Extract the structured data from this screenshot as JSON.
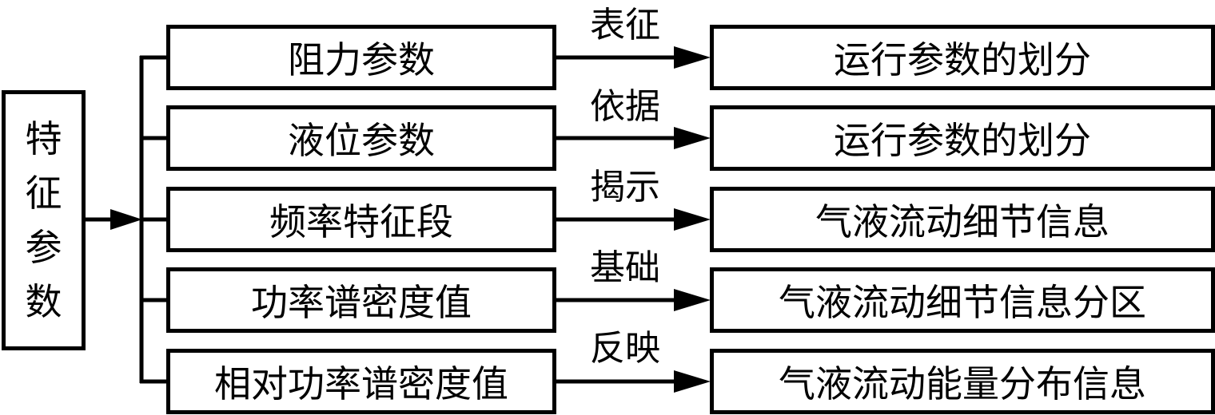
{
  "root": {
    "label": "特征参数",
    "chars": [
      "特",
      "征",
      "参",
      "数"
    ]
  },
  "rows": [
    {
      "source": "阻力参数",
      "relation": "表征",
      "target": "运行参数的划分"
    },
    {
      "source": "液位参数",
      "relation": "依据",
      "target": "运行参数的划分"
    },
    {
      "source": "频率特征段",
      "relation": "揭示",
      "target": "气液流动细节信息"
    },
    {
      "source": "功率谱密度值",
      "relation": "基础",
      "target": "气液流动细节信息分区"
    },
    {
      "source": "相对功率谱密度值",
      "relation": "反映",
      "target": "气液流动能量分布信息"
    }
  ],
  "colors": {
    "stroke": "#000000",
    "background": "#ffffff"
  }
}
